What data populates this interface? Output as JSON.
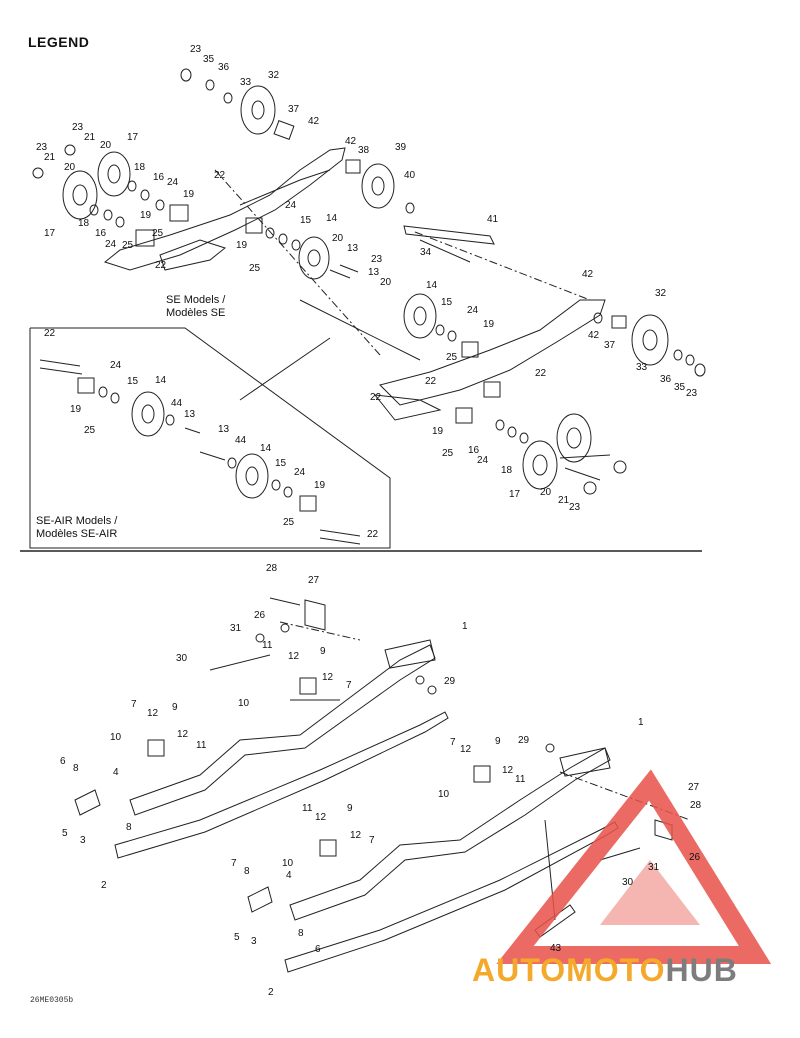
{
  "title": "LEGEND",
  "captions": {
    "se": [
      "SE Models /",
      "Modèles SE"
    ],
    "se_air": [
      "SE-AIR Models /",
      "Modèles SE-AIR"
    ]
  },
  "drawing_code": "26ME0305b",
  "watermark": {
    "part1": "AUTOMOTO",
    "part2": "HUB",
    "colors": {
      "triangle": "#e8524a",
      "part1": "#f4a92a",
      "part2": "#7d7d7d"
    }
  },
  "callouts": {
    "c1": "23",
    "c2": "35",
    "c3": "36",
    "c4": "33",
    "c5": "32",
    "c6": "37",
    "c7": "42",
    "c8": "42",
    "c9": "38",
    "c10": "39",
    "c11": "40",
    "c12": "41",
    "c13": "34",
    "c14": "23",
    "c15": "21",
    "c16": "17",
    "c17": "20",
    "c18": "23",
    "c19": "21",
    "c20": "20",
    "c21": "18",
    "c22": "16",
    "c23": "24",
    "c24": "19",
    "c25": "22",
    "c26": "17",
    "c27": "18",
    "c28": "16",
    "c29": "24",
    "c30": "25",
    "c31": "19",
    "c32": "25",
    "c33": "22",
    "c34": "24",
    "c35": "15",
    "c36": "14",
    "c37": "20",
    "c38": "13",
    "c39": "19",
    "c40": "25",
    "c41": "23",
    "c42": "13",
    "c43": "20",
    "c44": "14",
    "c45": "15",
    "c46": "24",
    "c47": "19",
    "c48": "25",
    "c49": "42",
    "c50": "32",
    "c51": "42",
    "c52": "37",
    "c53": "33",
    "c54": "36",
    "c55": "35",
    "c56": "23",
    "c57": "22",
    "c58": "22",
    "c59": "22",
    "c60": "19",
    "c61": "25",
    "c62": "16",
    "c63": "24",
    "c64": "18",
    "c65": "17",
    "c66": "20",
    "c67": "21",
    "c68": "23",
    "c69": "22",
    "c70": "24",
    "c71": "15",
    "c72": "14",
    "c73": "19",
    "c74": "25",
    "c75": "44",
    "c76": "13",
    "c77": "13",
    "c78": "44",
    "c79": "14",
    "c80": "15",
    "c81": "24",
    "c82": "19",
    "c83": "25",
    "c84": "22",
    "c85": "28",
    "c86": "27",
    "c87": "1",
    "c88": "26",
    "c89": "31",
    "c90": "11",
    "c91": "30",
    "c92": "12",
    "c93": "9",
    "c94": "12",
    "c95": "29",
    "c96": "10",
    "c97": "7",
    "c98": "7",
    "c99": "12",
    "c100": "9",
    "c101": "12",
    "c102": "10",
    "c103": "11",
    "c104": "6",
    "c105": "8",
    "c106": "4",
    "c107": "5",
    "c108": "3",
    "c109": "8",
    "c110": "2",
    "c111": "1",
    "c112": "29",
    "c113": "7",
    "c114": "12",
    "c115": "9",
    "c116": "12",
    "c117": "11",
    "c118": "10",
    "c119": "27",
    "c120": "28",
    "c121": "26",
    "c122": "30",
    "c123": "31",
    "c124": "11",
    "c125": "9",
    "c126": "12",
    "c127": "12",
    "c128": "7",
    "c129": "10",
    "c130": "7",
    "c131": "8",
    "c132": "4",
    "c133": "5",
    "c134": "3",
    "c135": "8",
    "c136": "6",
    "c137": "43",
    "c138": "2"
  }
}
